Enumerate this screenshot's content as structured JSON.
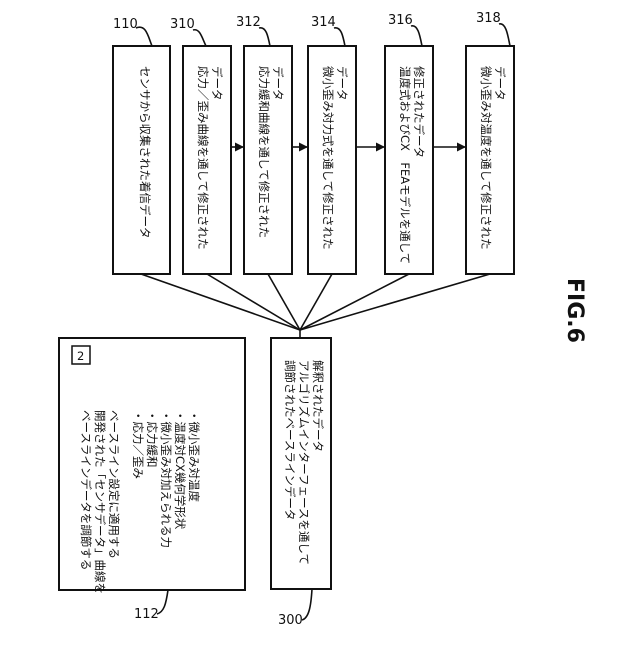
{
  "figure_label": "FIG.6",
  "top_boxes": [
    {
      "ref": "110",
      "lines": [
        "センサから収集された着信データ"
      ]
    },
    {
      "ref": "310",
      "lines": [
        "応力／歪み曲線を通して修正された",
        "データ"
      ]
    },
    {
      "ref": "312",
      "lines": [
        "応力緩和曲線を通して修正された",
        "データ"
      ]
    },
    {
      "ref": "314",
      "lines": [
        "微小歪み対力式を通して修正された",
        "データ"
      ]
    },
    {
      "ref": "316",
      "lines": [
        "温度式およびCX　FEAモデルを通して",
        "修正されたデータ"
      ]
    },
    {
      "ref": "318",
      "lines": [
        "微小歪み対温度を通して修正された",
        "データ"
      ]
    }
  ],
  "left_box": {
    "ref": "112",
    "badge": "2",
    "lines": [
      "ベースラインデータを調節する",
      "開発された「センサデータ」曲線を",
      "ベースライン設定に適用する",
      "・応力／歪み",
      "・応力緩和",
      "・微小歪み対加えられる力",
      "・温度対CX幾何学形状",
      "・微小歪み対温度"
    ]
  },
  "bottom_box": {
    "ref": "300",
    "lines": [
      "調節されたベースラインデータ",
      "アルゴリズムインターフェースを通して",
      "解釈されたデータ"
    ]
  }
}
